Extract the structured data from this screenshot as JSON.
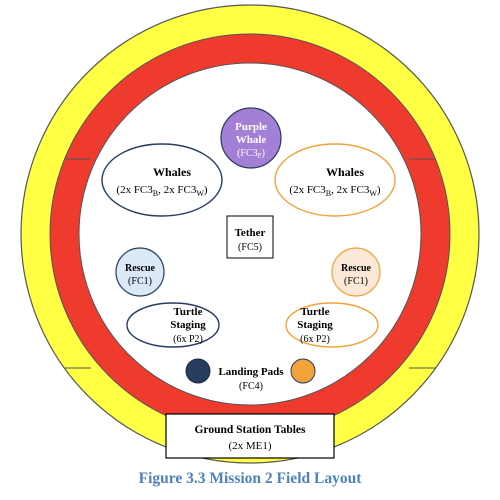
{
  "colors": {
    "outer_ring": "#ffff44",
    "inner_ring": "#ee3b2d",
    "field": "#ffffff",
    "navy": "#273d60",
    "orange": "#f2a23a",
    "purple": "#a37fd6",
    "light_blue": "#dbe8f5",
    "light_orange": "#fbe8d7"
  },
  "purple_whale": {
    "line1": "Purple",
    "line2": "Whale",
    "code": "FC3",
    "sub": "P"
  },
  "whales_left": {
    "title": "Whales",
    "prefix": "(2x FC3",
    "sub_b": "B",
    "mid": ", 2x FC3",
    "sub_w": "W",
    "suffix": ")"
  },
  "whales_right": {
    "title": "Whales",
    "prefix": "(2x FC3",
    "sub_b": "B",
    "mid": ", 2x FC3",
    "sub_w": "W",
    "suffix": ")"
  },
  "tether": {
    "title": "Tether",
    "code": "(FC5)"
  },
  "rescue_left": {
    "title": "Rescue",
    "code": "(FC1)"
  },
  "rescue_right": {
    "title": "Rescue",
    "code": "(FC1)"
  },
  "turtle_left": {
    "line1": "Turtle",
    "line2": "Staging",
    "code": "(6x P2)"
  },
  "turtle_right": {
    "line1": "Turtle",
    "line2": "Staging",
    "code": "(6x P2)"
  },
  "landing_pads": {
    "title": "Landing Pads",
    "code": "(FC4)"
  },
  "ground_station": {
    "title": "Ground Station Tables",
    "code": "(2x ME1)"
  },
  "caption": "Figure 3.3 Mission 2 Field Layout"
}
